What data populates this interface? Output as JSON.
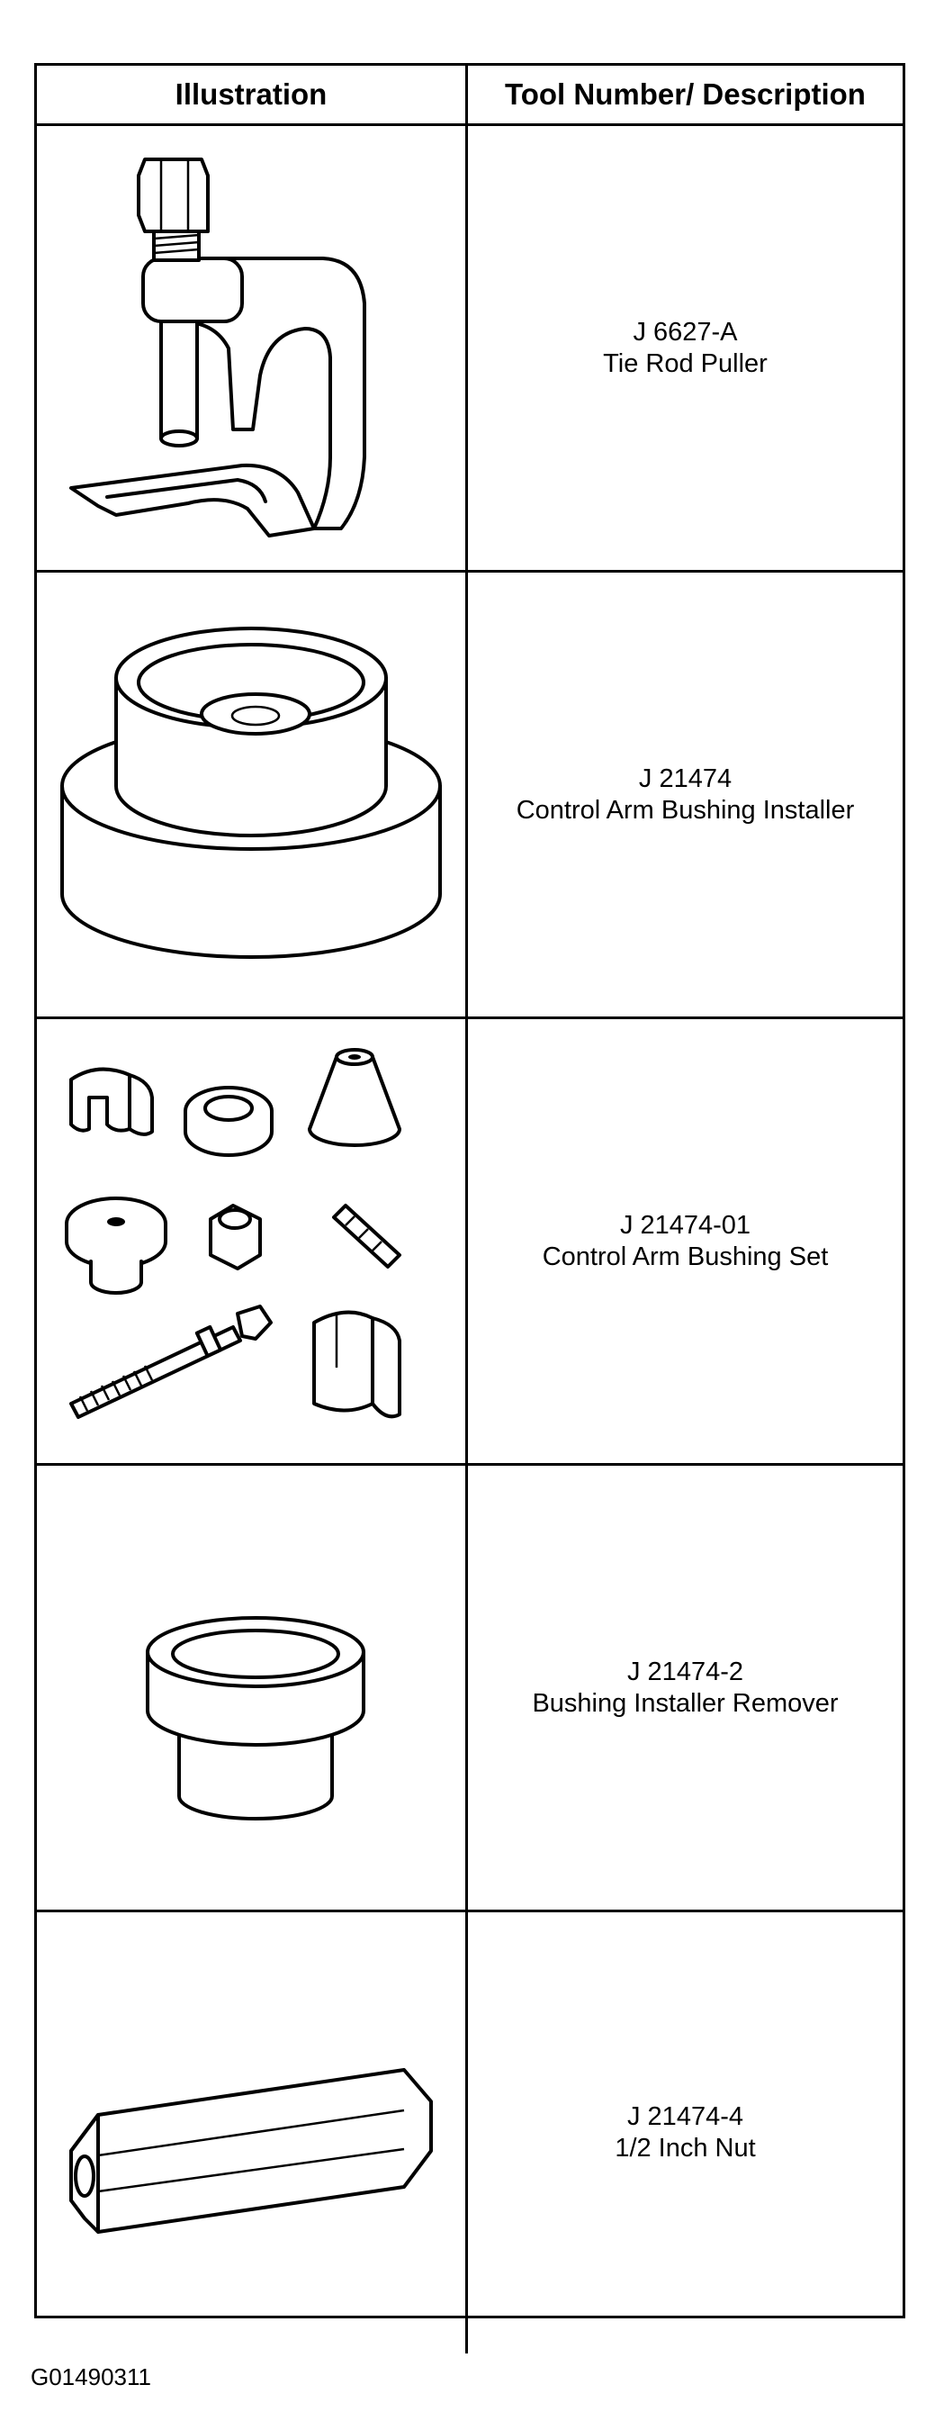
{
  "table": {
    "header": {
      "illustration": "Illustration",
      "description": "Tool Number/ Description"
    },
    "rows": [
      {
        "tool_number": "J 6627-A",
        "description": "Tie Rod Puller",
        "illustration_icon": "tie-rod-puller-icon"
      },
      {
        "tool_number": "J 21474",
        "description": "Control Arm Bushing Installer",
        "illustration_icon": "bushing-installer-icon"
      },
      {
        "tool_number": "J 21474-01",
        "description": "Control Arm Bushing Set",
        "illustration_icon": "bushing-set-icon"
      },
      {
        "tool_number": "J 21474-2",
        "description": "Bushing Installer Remover",
        "illustration_icon": "installer-remover-icon"
      },
      {
        "tool_number": "J 21474-4",
        "description": "1/2 Inch Nut",
        "illustration_icon": "hex-nut-icon"
      }
    ]
  },
  "figure_id": "G01490311"
}
